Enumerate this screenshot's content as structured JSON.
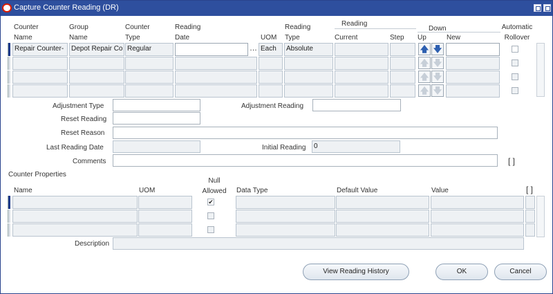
{
  "window": {
    "title": "Capture Counter Reading (DR)"
  },
  "header": {
    "counter_name": [
      "Counter",
      "Name"
    ],
    "group_name": [
      "Group",
      "Name"
    ],
    "counter_type": [
      "Counter",
      "Type"
    ],
    "reading_date": [
      "Reading",
      "Date"
    ],
    "uom": "UOM",
    "reading_type": [
      "Reading",
      "Type"
    ],
    "reading_group": "Reading",
    "current": "Current",
    "step": "Step",
    "down_group": "Down",
    "up": "Up",
    "new": "New",
    "automatic_rollover": [
      "Automatic",
      "Rollover"
    ]
  },
  "rows": [
    {
      "counter_name": "Repair Counter-",
      "group_name": "Depot Repair Co",
      "counter_type": "Regular",
      "reading_date": "",
      "uom": "Each",
      "reading_type": "Absolute",
      "current": "",
      "step": "",
      "new": ""
    },
    {
      "counter_name": "",
      "group_name": "",
      "counter_type": "",
      "reading_date": "",
      "uom": "",
      "reading_type": "",
      "current": "",
      "step": "",
      "new": ""
    },
    {
      "counter_name": "",
      "group_name": "",
      "counter_type": "",
      "reading_date": "",
      "uom": "",
      "reading_type": "",
      "current": "",
      "step": "",
      "new": ""
    },
    {
      "counter_name": "",
      "group_name": "",
      "counter_type": "",
      "reading_date": "",
      "uom": "",
      "reading_type": "",
      "current": "",
      "step": "",
      "new": ""
    }
  ],
  "form": {
    "adjustment_type_label": "Adjustment Type",
    "adjustment_reading_label": "Adjustment Reading",
    "reset_reading_label": "Reset Reading",
    "reset_reason_label": "Reset Reason",
    "last_reading_date_label": "Last Reading Date",
    "initial_reading_label": "Initial Reading",
    "initial_reading_value": "0",
    "comments_label": "Comments",
    "flex_field": "[ ]"
  },
  "properties": {
    "section_label": "Counter Properties",
    "name": "Name",
    "uom": "UOM",
    "null_allowed": [
      "Null",
      "Allowed"
    ],
    "data_type": "Data Type",
    "default_value": "Default Value",
    "value": "Value",
    "flex_header": "[ ]",
    "description_label": "Description",
    "first_checked": "✔"
  },
  "buttons": {
    "view_reading_history": "View Reading History",
    "ok": "OK",
    "cancel": "Cancel"
  },
  "icons": {
    "up_arrow": "🡅",
    "down_arrow": "🡇",
    "lov": "…"
  }
}
